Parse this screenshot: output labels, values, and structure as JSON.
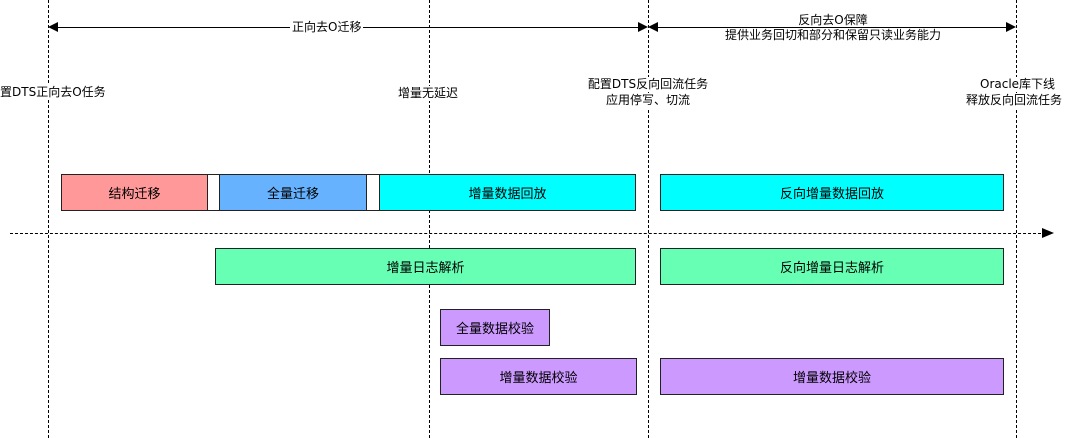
{
  "colors": {
    "structure": "#ff9999",
    "full": "#66b2ff",
    "incremental": "#00ffff",
    "log_parse": "#66ffb3",
    "verify": "#cc99ff"
  },
  "phases": {
    "forward": "正向去O迁移",
    "reverse_title": "反向去O保障",
    "reverse_subtitle": "提供业务回切和部分和保留只读业务能力"
  },
  "milestones": {
    "m1": "置DTS正向去O任务",
    "m2": "增量无延迟",
    "m3_line1": "配置DTS反向回流任务",
    "m3_line2": "应用停写、切流",
    "m4_line1": "Oracle库下线",
    "m4_line2": "释放反向回流任务"
  },
  "tasks": {
    "structure_migration": "结构迁移",
    "full_migration": "全量迁移",
    "incremental_replay": "增量数据回放",
    "reverse_incremental_replay": "反向增量数据回放",
    "incremental_log_parse": "增量日志解析",
    "reverse_log_parse": "反向增量日志解析",
    "full_verify": "全量数据校验",
    "incremental_verify": "增量数据校验",
    "reverse_incremental_verify": "增量数据校验"
  }
}
